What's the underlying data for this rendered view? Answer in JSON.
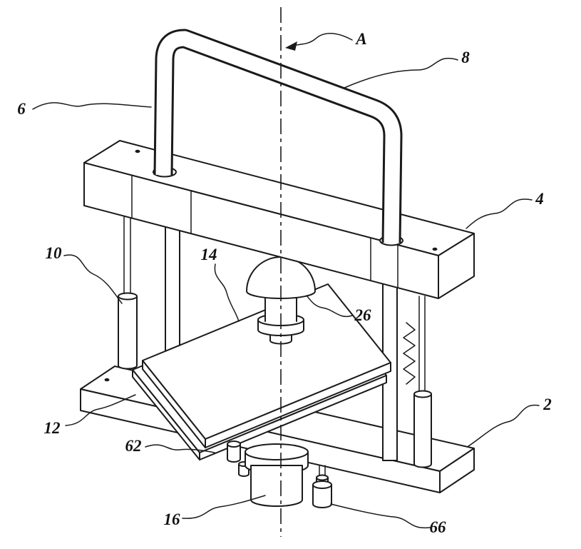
{
  "figure": {
    "kind": "patent-line-drawing",
    "colors": {
      "line": "#1a1a1a",
      "background": "#ffffff"
    },
    "labels": {
      "axis": "A",
      "handle_top": "8",
      "handle_left": "6",
      "upper_beam": "4",
      "guide_pin": "10",
      "upper_platen": "14",
      "dome": "26",
      "lower_platen": "12",
      "base_plate": "2",
      "fitting": "62",
      "cylinder": "16",
      "stop": "66"
    }
  }
}
